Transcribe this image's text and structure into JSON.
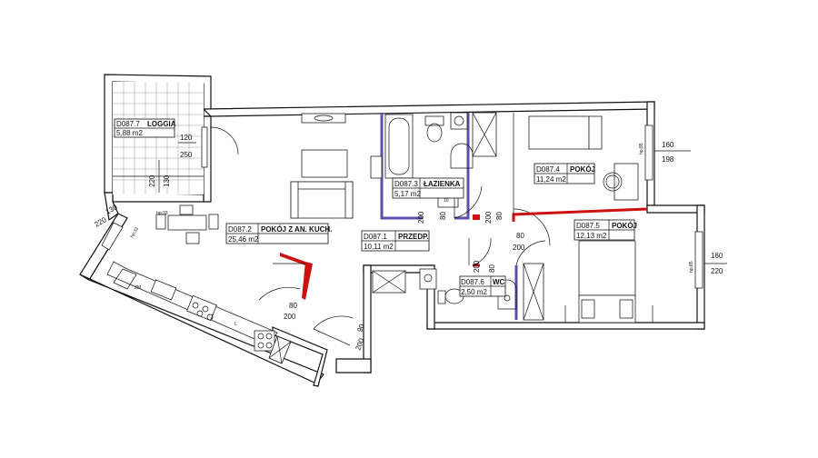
{
  "rooms": [
    {
      "id": "D087.7",
      "name": "LOGGIA",
      "area": "5,88 m2"
    },
    {
      "id": "D087.2",
      "name": "POKÓJ Z AN. KUCH.",
      "area": "25,46 m2"
    },
    {
      "id": "D087.3",
      "name": "ŁAZIENKA",
      "area": "5,17 m2"
    },
    {
      "id": "D087.1",
      "name": "PRZEDP.",
      "area": "10,11 m2"
    },
    {
      "id": "D087.4",
      "name": "POKÓJ",
      "area": "11,24 m2"
    },
    {
      "id": "D087.5",
      "name": "POKÓJ",
      "area": "12,13 m2"
    },
    {
      "id": "D087.6",
      "name": "WC",
      "area": "2,50 m2"
    }
  ],
  "dimensions": {
    "loggia_door_w": "120",
    "loggia_door_h": "250",
    "loggia_side_a": "220",
    "loggia_side_b": "130",
    "kitchen_window_w": "130",
    "kitchen_window_h": "220",
    "bath_door_w": "80",
    "bath_door_h": "200",
    "hall_door_w": "80",
    "hall_door_h": "200",
    "room4_door_w": "80",
    "room4_door_h": "200",
    "wc_door_w": "80",
    "wc_door_h": "200",
    "living_door_w": "80",
    "living_door_h": "200",
    "entry_door_w": "90",
    "entry_door_h": "200",
    "room4_window_w": "160",
    "room4_window_h": "198",
    "room5_window_w": "160",
    "room5_window_h": "220"
  },
  "annotations": {
    "hp_1": "hp:85",
    "hp_2": "hp:33",
    "hp_3": "hp:33",
    "hp_4": "hp:85",
    "fridge": "ZM",
    "oven": "L"
  },
  "colors": {
    "bathroom_walls": "#5b4fa8",
    "accent_red": "#cc1111",
    "walls": "#111111"
  }
}
